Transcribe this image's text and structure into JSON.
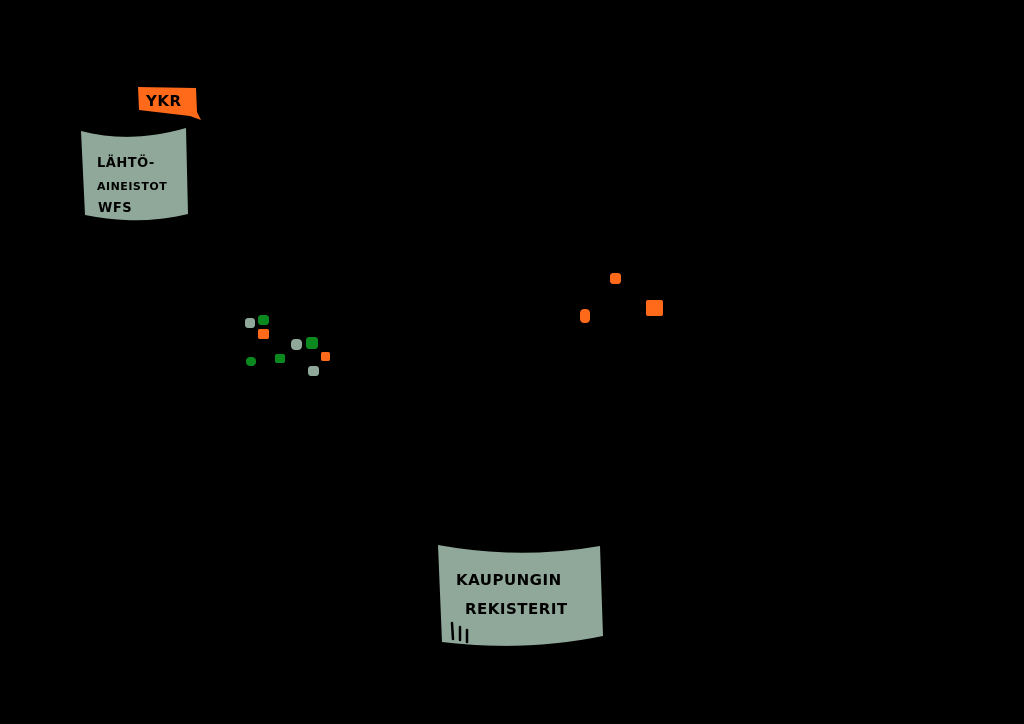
{
  "colors": {
    "background": "#000000",
    "database": "#8fa89a",
    "tag": "#ff6a1a",
    "dot_green": "#0a8a1e",
    "dot_gray": "#8fa89a",
    "dot_orange": "#ff6a1a",
    "ink": "#000000"
  },
  "tag": {
    "label": "YKR"
  },
  "database_top": {
    "lines": [
      "LÄHTÖ-",
      "AINEISTOT",
      "WFS"
    ]
  },
  "database_bottom": {
    "lines": [
      "KAUPUNGIN",
      "REKISTERIT"
    ]
  },
  "cluster_left": {
    "dots": [
      {
        "color": "gray"
      },
      {
        "color": "green"
      },
      {
        "color": "orange"
      },
      {
        "color": "gray"
      },
      {
        "color": "green"
      },
      {
        "color": "orange"
      },
      {
        "color": "green"
      },
      {
        "color": "green"
      },
      {
        "color": "gray"
      }
    ]
  },
  "cluster_right": {
    "dots": [
      {
        "color": "orange"
      },
      {
        "color": "orange"
      },
      {
        "color": "orange"
      }
    ]
  }
}
